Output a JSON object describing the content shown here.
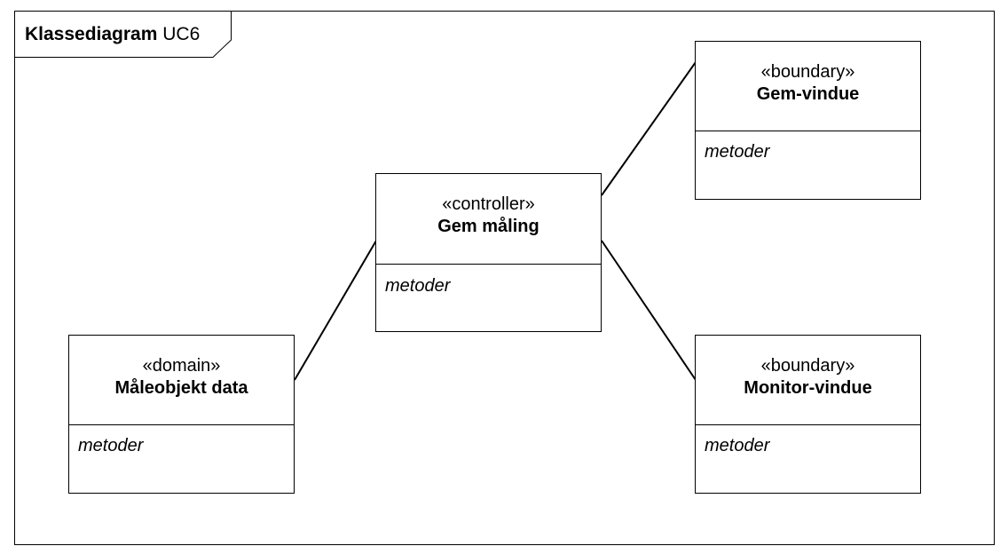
{
  "frame": {
    "title_bold": "Klassediagram",
    "title_rest": "UC6"
  },
  "classes": [
    {
      "id": "gem-maaling",
      "stereotype": "«controller»",
      "name": "Gem måling",
      "section": "metoder"
    },
    {
      "id": "gem-vindue",
      "stereotype": "«boundary»",
      "name": "Gem-vindue",
      "section": "metoder"
    },
    {
      "id": "monitor-vindue",
      "stereotype": "«boundary»",
      "name": "Monitor-vindue",
      "section": "metoder"
    },
    {
      "id": "maaleobjekt-data",
      "stereotype": "«domain»",
      "name": "Måleobjekt data",
      "section": "metoder"
    }
  ],
  "associations": [
    {
      "from": "gem-maaling",
      "to": "gem-vindue"
    },
    {
      "from": "gem-maaling",
      "to": "monitor-vindue"
    },
    {
      "from": "gem-maaling",
      "to": "maaleobjekt-data"
    }
  ]
}
